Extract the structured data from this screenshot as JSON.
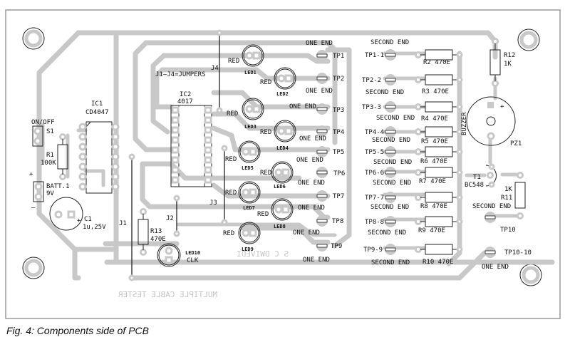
{
  "figure": {
    "caption": "Fig. 4: Components side of PCB",
    "board_title_mirrored": "MULTIPLE CABLE TESTER",
    "designer_mirrored": "S C DWIVEDI",
    "note": "J1–J4=JUMPERS"
  },
  "colors": {
    "trace": "#c8c8c8",
    "outline": "#222222",
    "board_border": "#9a9a9a",
    "background": "#ffffff"
  },
  "components": {
    "switch": {
      "ref": "S1",
      "label": "ON/OFF"
    },
    "battery": {
      "ref": "BATT.1",
      "value": "9V",
      "plus": "+",
      "minus": "–"
    },
    "r1": {
      "ref": "R1",
      "value": "100K"
    },
    "c1": {
      "ref": "C1",
      "value": "1u,25V",
      "plus": "+"
    },
    "ic1": {
      "ref": "IC1",
      "part": "CD4047"
    },
    "ic2": {
      "ref": "IC2",
      "part": "4017"
    },
    "r13": {
      "ref": "R13",
      "value": "470E"
    },
    "led10": {
      "ref": "LED10",
      "label": "CLK"
    },
    "r12": {
      "ref": "R12",
      "value": "1K"
    },
    "pz1": {
      "ref": "PZ1",
      "label": "BUZZER",
      "plus": "+"
    },
    "t1": {
      "ref": "T1",
      "part": "BC548"
    },
    "r11": {
      "ref": "R11",
      "value": "1K"
    },
    "jumpers": [
      "J1",
      "J2",
      "J3",
      "J4"
    ]
  },
  "leds": [
    {
      "ref": "LED1",
      "color": "RED"
    },
    {
      "ref": "LED2",
      "color": "RED"
    },
    {
      "ref": "LED3",
      "color": "RED"
    },
    {
      "ref": "LED4",
      "color": "RED"
    },
    {
      "ref": "LED5",
      "color": "RED"
    },
    {
      "ref": "LED6",
      "color": "RED"
    },
    {
      "ref": "LED7",
      "color": "RED"
    },
    {
      "ref": "LED8",
      "color": "RED"
    },
    {
      "ref": "LED9",
      "color": "RED"
    }
  ],
  "one_end_points": [
    {
      "ref": "TP1",
      "label": "ONE END"
    },
    {
      "ref": "TP2",
      "label": "ONE END"
    },
    {
      "ref": "TP3",
      "label": "ONE END"
    },
    {
      "ref": "TP4",
      "label": "ONE END"
    },
    {
      "ref": "TP5",
      "label": "ONE END"
    },
    {
      "ref": "TP6",
      "label": "ONE END"
    },
    {
      "ref": "TP7",
      "label": "ONE END"
    },
    {
      "ref": "TP8",
      "label": "ONE END"
    },
    {
      "ref": "TP9",
      "label": "ONE END"
    },
    {
      "ref": "TP10-10",
      "label": "ONE END"
    }
  ],
  "second_end_points": [
    {
      "ref": "TP1-1",
      "label": "SECOND END",
      "resistor": "R2",
      "value": "470E"
    },
    {
      "ref": "TP2-2",
      "label": "SECOND END",
      "resistor": "R3",
      "value": "470E"
    },
    {
      "ref": "TP3-3",
      "label": "SECOND END",
      "resistor": "R4",
      "value": "470E"
    },
    {
      "ref": "TP4-4",
      "label": "SECOND END",
      "resistor": "R5",
      "value": "470E"
    },
    {
      "ref": "TP5-5",
      "label": "SECOND END",
      "resistor": "R6",
      "value": "470E"
    },
    {
      "ref": "TP6-6",
      "label": "SECOND END",
      "resistor": "R7",
      "value": "470E"
    },
    {
      "ref": "TP7-7",
      "label": "SECOND END",
      "resistor": "R8",
      "value": "470E"
    },
    {
      "ref": "TP8-8",
      "label": "SECOND END",
      "resistor": "R9",
      "value": "470E"
    },
    {
      "ref": "TP9-9",
      "label": "SECOND END",
      "resistor": "R10",
      "value": "470E"
    },
    {
      "ref": "TP10",
      "label": "SECOND END"
    }
  ]
}
